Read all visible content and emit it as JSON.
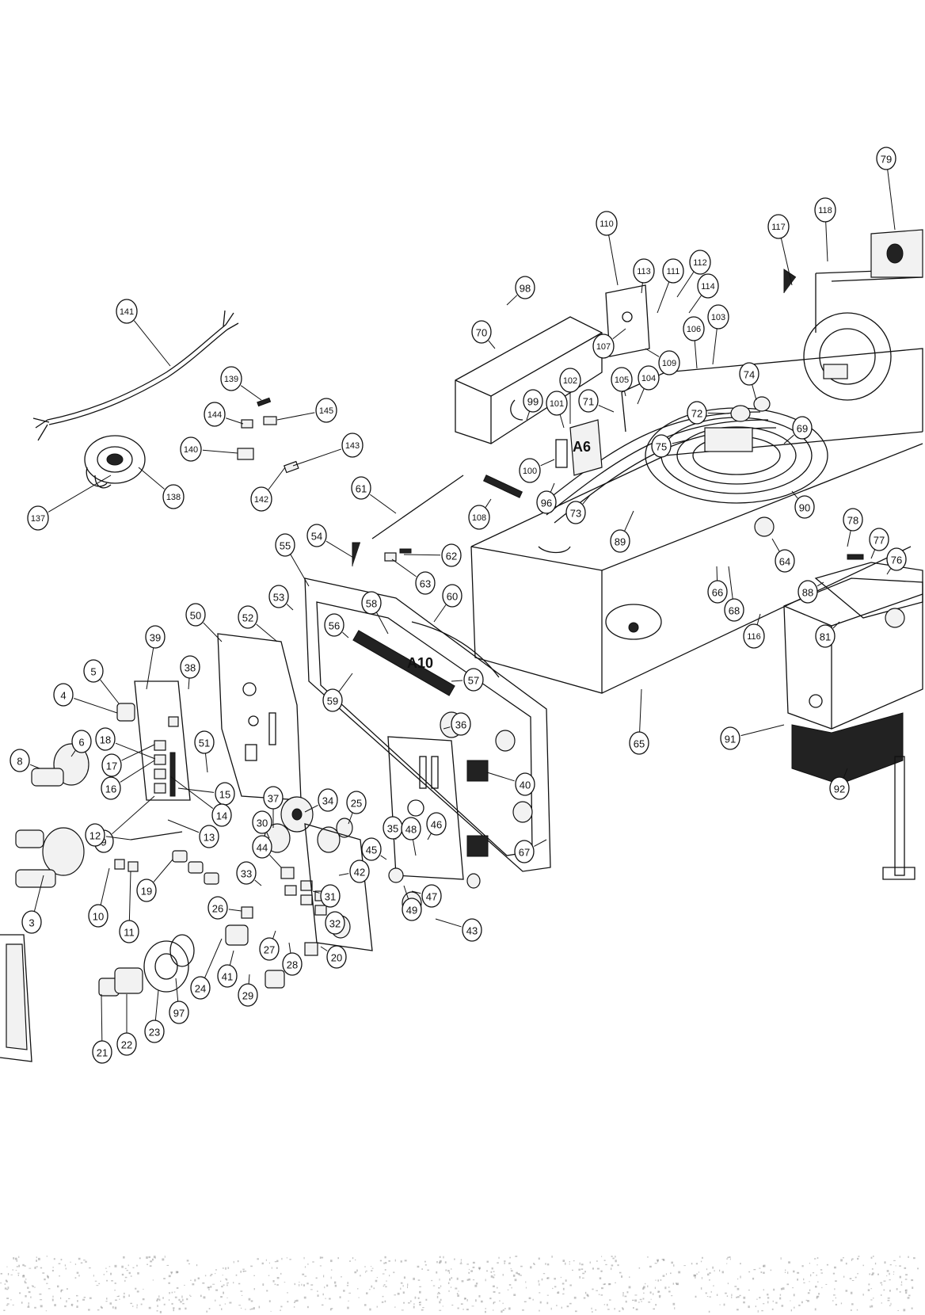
{
  "assembly_labels": [
    {
      "id": "A6",
      "text": "A6"
    },
    {
      "id": "A10",
      "text": "A10"
    }
  ],
  "callouts": [
    "141",
    "139",
    "144",
    "145",
    "140",
    "143",
    "137",
    "138",
    "142",
    "61",
    "62",
    "63",
    "54",
    "55",
    "53",
    "58",
    "60",
    "56",
    "52",
    "50",
    "39",
    "38",
    "5",
    "4",
    "18",
    "6",
    "8",
    "17",
    "16",
    "15",
    "14",
    "9",
    "13",
    "12",
    "10",
    "11",
    "19",
    "3",
    "51",
    "57",
    "59",
    "36",
    "40",
    "37",
    "34",
    "25",
    "30",
    "35",
    "48",
    "46",
    "45",
    "44",
    "33",
    "42",
    "31",
    "26",
    "32",
    "49",
    "47",
    "43",
    "27",
    "28",
    "24",
    "41",
    "29",
    "20",
    "21",
    "22",
    "23",
    "97",
    "98",
    "70",
    "99",
    "102",
    "101",
    "100",
    "96",
    "108",
    "110",
    "113",
    "111",
    "112",
    "114",
    "109",
    "107",
    "106",
    "103",
    "105",
    "104",
    "71",
    "72",
    "74",
    "75",
    "69",
    "73",
    "89",
    "90",
    "64",
    "65",
    "67",
    "66",
    "68",
    "116",
    "117",
    "118",
    "79",
    "78",
    "77",
    "76",
    "88",
    "81",
    "91",
    "92"
  ]
}
